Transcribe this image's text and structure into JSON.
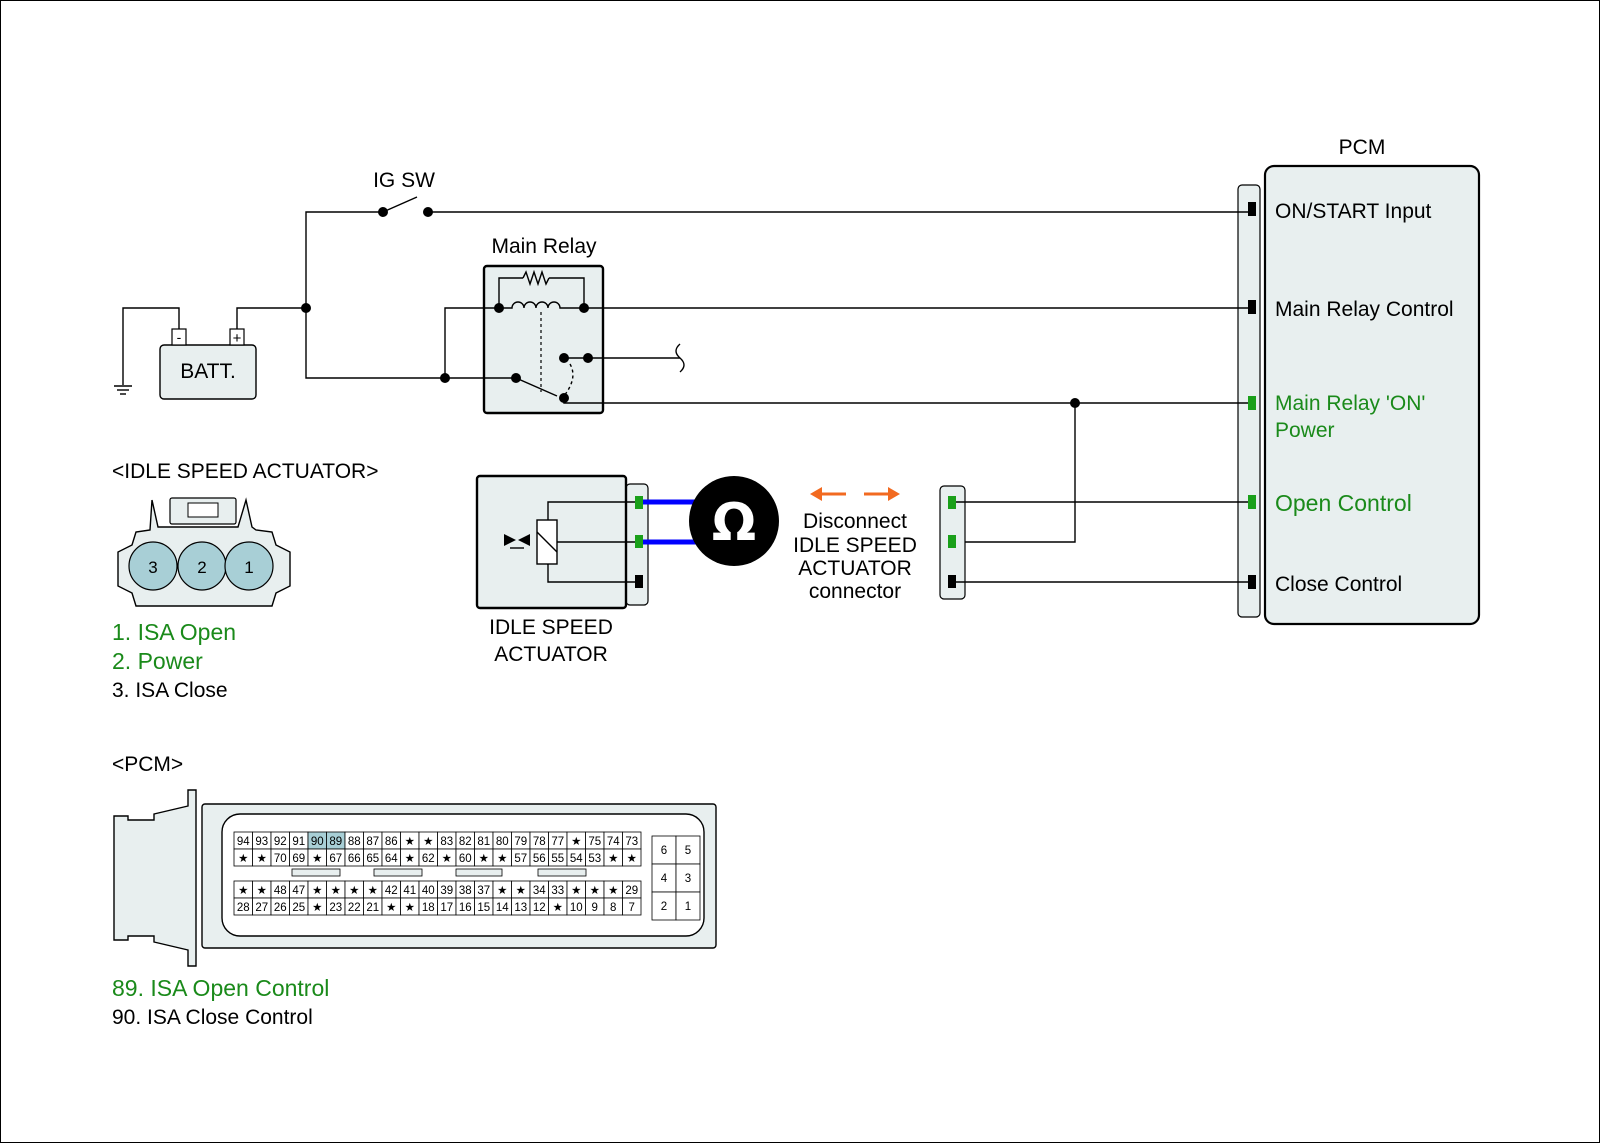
{
  "colors": {
    "panel_fill": "#e8efef",
    "connector_pin": "#a8cfd6",
    "green_text": "#1a8a1a",
    "green_terminal": "#1aa01a",
    "meter_lead": "#0000ff",
    "arrow": "#f26a20",
    "highlight_pin": "#a8cfd6"
  },
  "labels": {
    "pcm": "PCM",
    "ig_sw": "IG SW",
    "main_relay": "Main Relay",
    "batt": "BATT.",
    "batt_minus": "-",
    "batt_plus": "+",
    "isa_block_line1": "IDLE SPEED",
    "isa_block_line2": "ACTUATOR",
    "meter_symbol": "Ω",
    "disconnect_line1": "Disconnect",
    "disconnect_line2": "IDLE SPEED",
    "disconnect_line3": "ACTUATOR",
    "disconnect_line4": "connector"
  },
  "pcm_terminals": {
    "on_start": "ON/START Input",
    "main_relay_control": "Main Relay Control",
    "main_relay_on_line1": "Main Relay 'ON'",
    "main_relay_on_line2": "Power",
    "open_control": "Open Control",
    "close_control": "Close Control"
  },
  "isa_connector": {
    "title": "<IDLE SPEED ACTUATOR>",
    "pins": [
      "3",
      "2",
      "1"
    ],
    "legend": [
      "1. ISA Open",
      "2. Power",
      "3. ISA Close"
    ]
  },
  "pcm_connector": {
    "title": "<PCM>",
    "row1": [
      "94",
      "93",
      "92",
      "91",
      "90",
      "89",
      "88",
      "87",
      "86",
      "★",
      "★",
      "83",
      "82",
      "81",
      "80",
      "79",
      "78",
      "77",
      "★",
      "75",
      "74",
      "73"
    ],
    "row2": [
      "★",
      "★",
      "70",
      "69",
      "★",
      "67",
      "66",
      "65",
      "64",
      "★",
      "62",
      "★",
      "60",
      "★",
      "★",
      "57",
      "56",
      "55",
      "54",
      "53",
      "★",
      "★"
    ],
    "row3": [
      "★",
      "★",
      "48",
      "47",
      "★",
      "★",
      "★",
      "★",
      "42",
      "41",
      "40",
      "39",
      "38",
      "37",
      "★",
      "★",
      "34",
      "33",
      "★",
      "★",
      "★",
      "29"
    ],
    "row4": [
      "28",
      "27",
      "26",
      "25",
      "★",
      "23",
      "22",
      "21",
      "★",
      "★",
      "18",
      "17",
      "16",
      "15",
      "14",
      "13",
      "12",
      "★",
      "10",
      "9",
      "8",
      "7"
    ],
    "side_grid": [
      "6",
      "5",
      "4",
      "3",
      "2",
      "1"
    ],
    "highlighted": [
      "90",
      "89"
    ],
    "legend": [
      "89. ISA Open Control",
      "90. ISA Close Control"
    ]
  }
}
